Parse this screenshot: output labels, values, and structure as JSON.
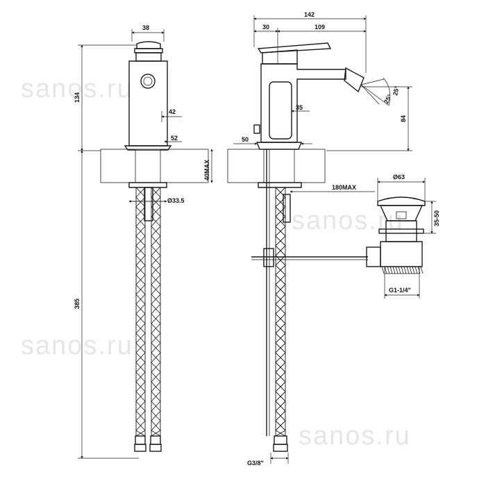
{
  "watermark": "sanos.ru",
  "front_view": {
    "width_label": "38",
    "body_height_label": "134",
    "lever_label": "42",
    "base_label": "52",
    "deck_label": "40MAX",
    "hole_label": "Ø33.5",
    "total_label": "385"
  },
  "side_view": {
    "total_depth_label": "142",
    "offset_label": "30",
    "spout_reach_label": "109",
    "body_label": "35",
    "base_label": "50",
    "height_label": "84",
    "angle_label_1": "25°",
    "angle_label_2": "25°",
    "rod_length_label": "180MAX",
    "connection_label": "G3/8\""
  },
  "waste_view": {
    "diameter_label": "Ø63",
    "range_label": "35-50",
    "thread_label": "G1-1/4\""
  }
}
